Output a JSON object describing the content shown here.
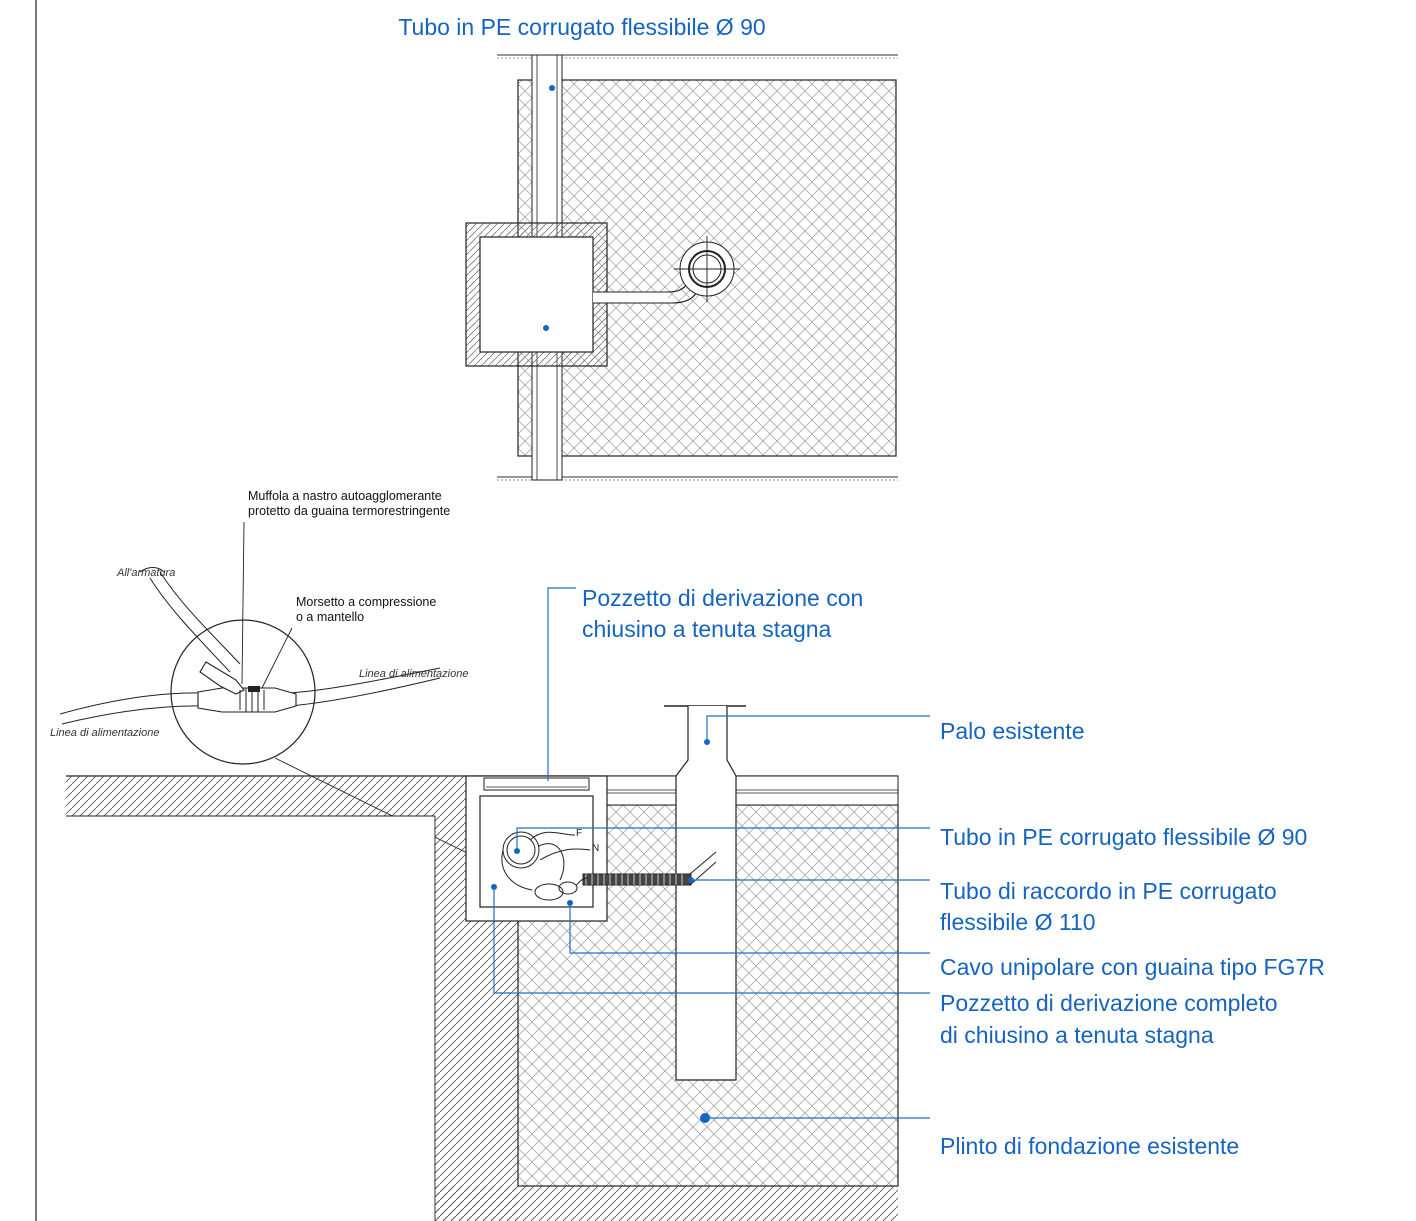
{
  "plan_view": {
    "pipe_label": "Tubo in PE corrugato flessibile Ø 90"
  },
  "detail": {
    "splice_label": [
      "Muffola a nastro autoagglomerante",
      "protetto da guaina termorestringente"
    ],
    "clamp_label": [
      "Morsetto a compressione",
      "o a mantello"
    ],
    "to_fixture": "All'armatura",
    "supply_line_right": "Linea di alimentazione",
    "supply_line_left": "Linea di alimentazione",
    "phase": "F",
    "neutral": "N"
  },
  "section_view": {
    "labels": {
      "manhole": [
        "Pozzetto di derivazione con",
        "chiusino a tenuta stagna"
      ],
      "pole": "Palo esistente",
      "pipe90": "Tubo in PE corrugato flessibile Ø 90",
      "pipe110": [
        "Tubo di raccordo  in PE corrugato",
        "flessibile Ø 110"
      ],
      "cable": "Cavo unipolare con guaina tipo FG7R",
      "manhole_complete": [
        "Pozzetto di derivazione completo",
        "di chiusino a tenuta stagna"
      ],
      "foundation": "Plinto di fondazione esistente"
    }
  },
  "colors": {
    "label_blue": "#1565c0",
    "leader_blue": "#1e6fc8",
    "ink": "#222222"
  }
}
